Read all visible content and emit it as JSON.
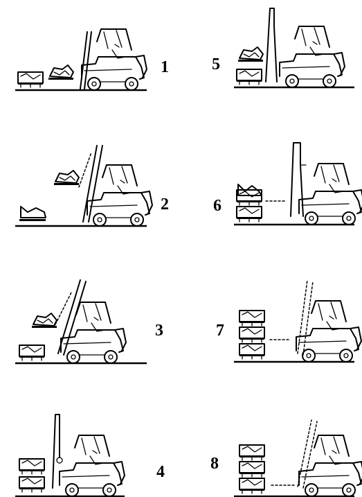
{
  "figure": {
    "steps": [
      {
        "number": "1",
        "action": "approach-load"
      },
      {
        "number": "2",
        "action": "lift-load"
      },
      {
        "number": "3",
        "action": "tilt-back-and-travel"
      },
      {
        "number": "4",
        "action": "raise-above-stack"
      },
      {
        "number": "5",
        "action": "lower-onto-stack"
      },
      {
        "number": "6",
        "action": "withdraw-forks"
      },
      {
        "number": "7",
        "action": "lower-forks"
      },
      {
        "number": "8",
        "action": "back-away"
      }
    ]
  },
  "colors": {
    "ink": "#000000",
    "background": "#ffffff"
  }
}
